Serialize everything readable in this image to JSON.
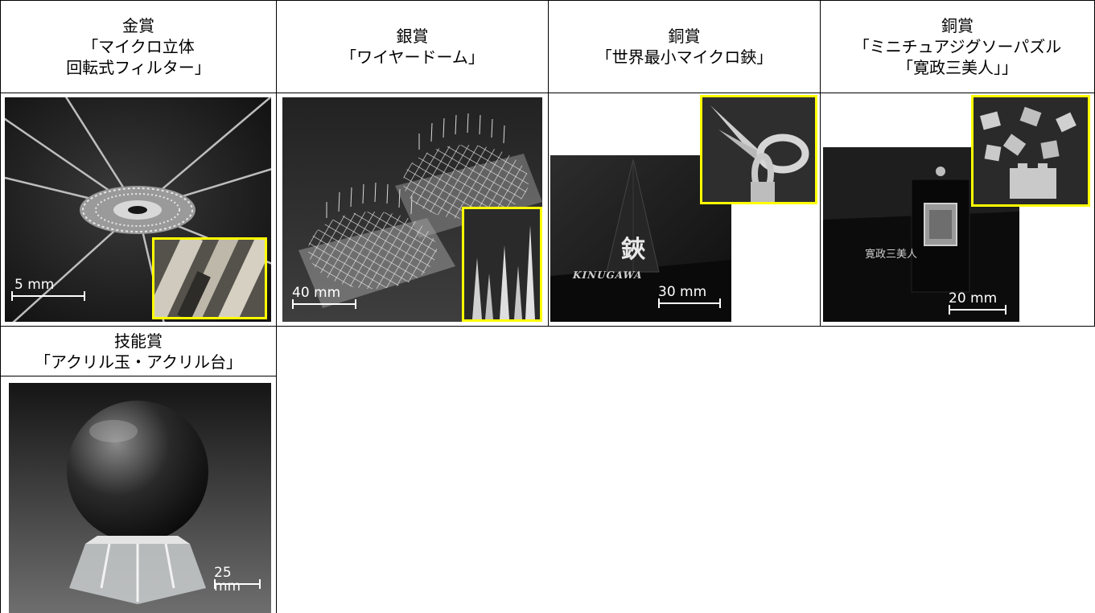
{
  "awards": [
    {
      "award": "金賞",
      "title_lines": [
        "「マイクロ立体",
        "回転式フィルター」"
      ],
      "scale": "5 mm"
    },
    {
      "award": "銀賞",
      "title_lines": [
        "「ワイヤードーム」"
      ],
      "scale": "40 mm"
    },
    {
      "award": "銅賞",
      "title_lines": [
        "「世界最小マイクロ鋏」"
      ],
      "scale": "30 mm",
      "engraving": "鋏",
      "brand": "KINUGAWA"
    },
    {
      "award": "銅賞",
      "title_lines": [
        "「ミニチュアジグソーパズル",
        "「寛政三美人」」"
      ],
      "scale": "20 mm",
      "engraving": "寛政三美人"
    },
    {
      "award": "技能賞",
      "title_lines": [
        "「アクリル玉・アクリル台」"
      ],
      "scale": "25 mm"
    }
  ],
  "colors": {
    "inset_border": "#ffff00",
    "photo_bg": "#1c1c1c"
  }
}
